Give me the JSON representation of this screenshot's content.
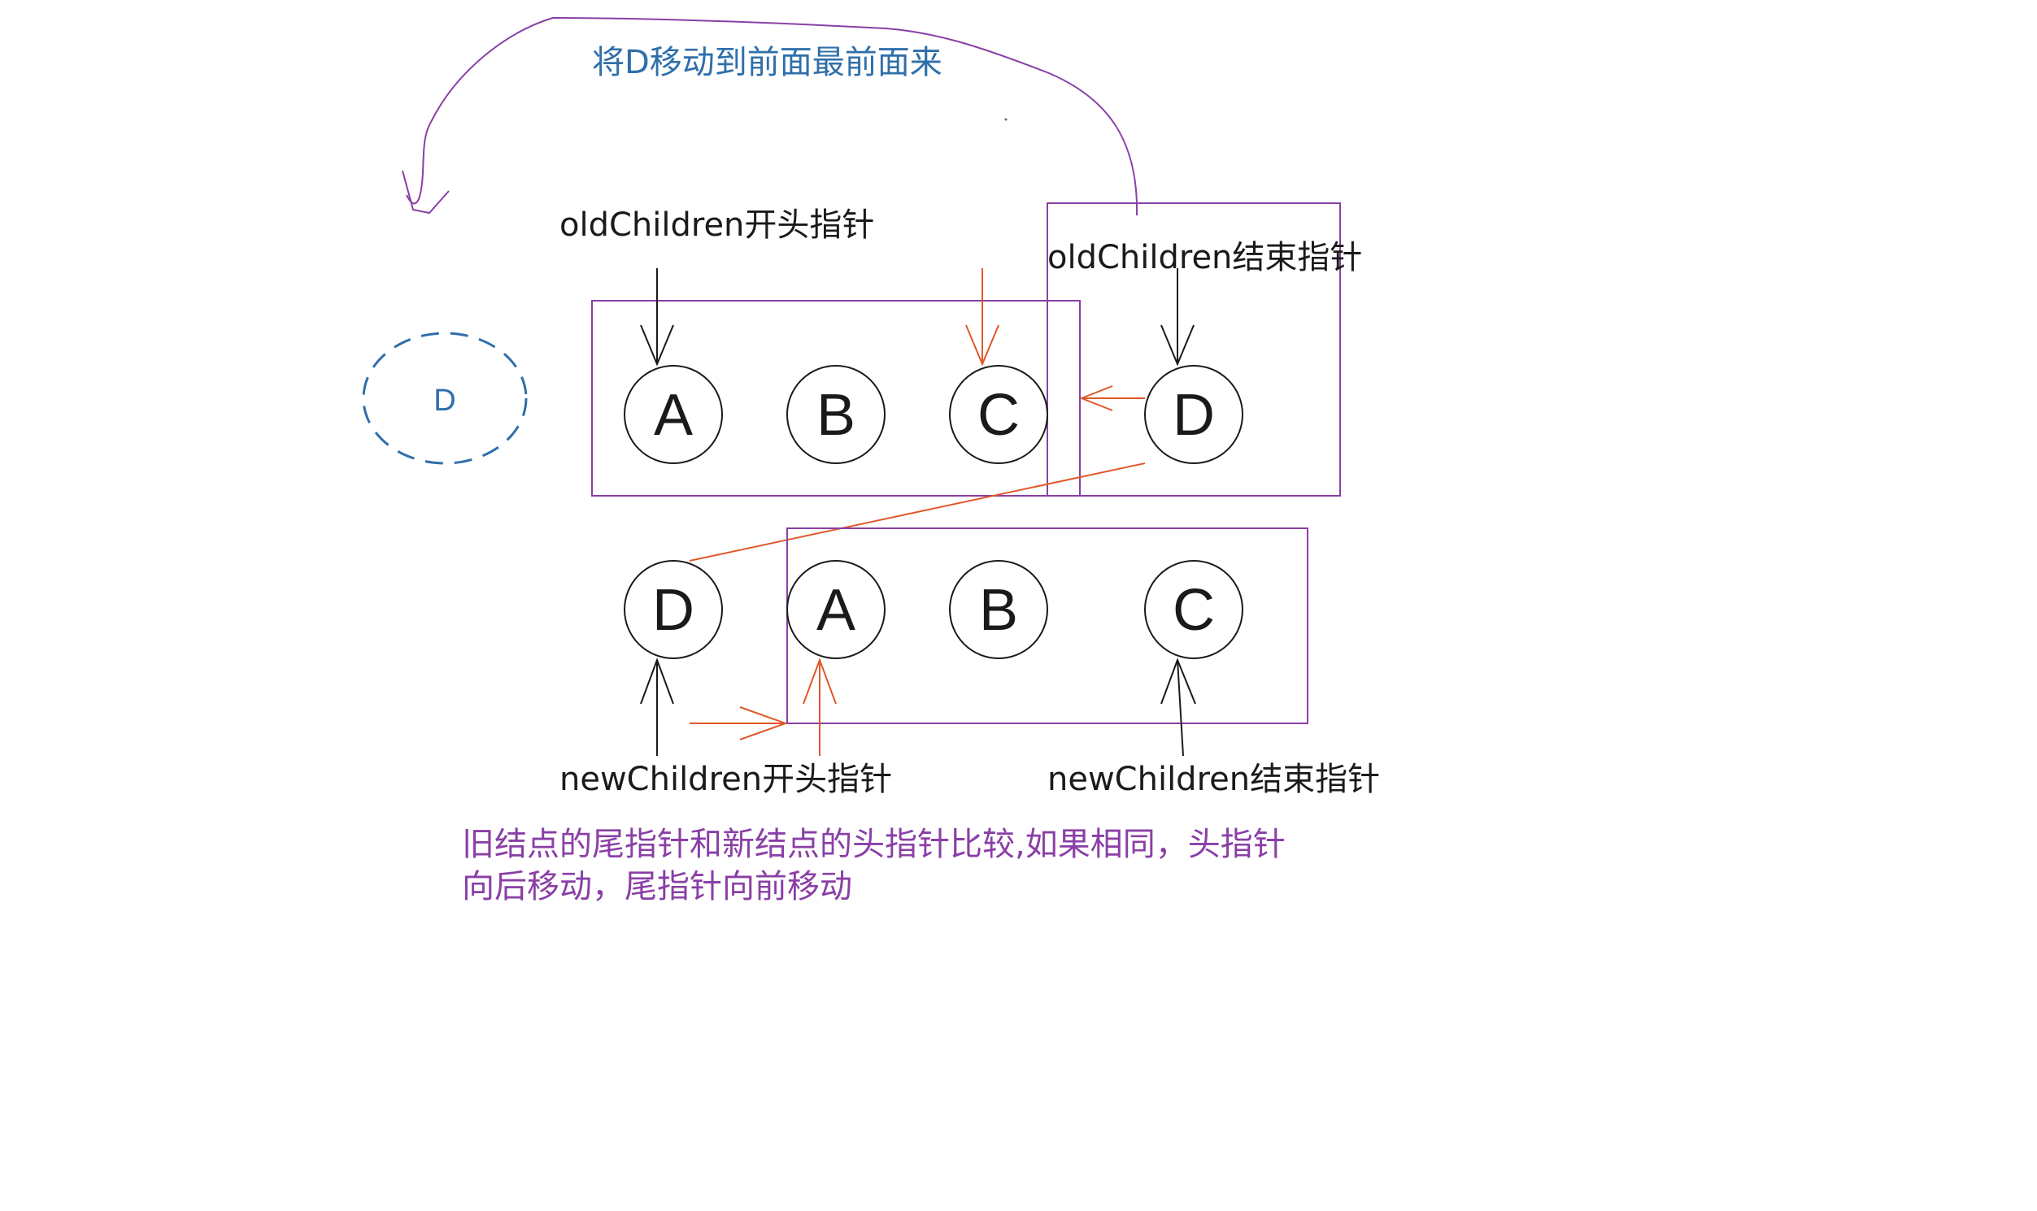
{
  "title_annotation": "将D移动到前面最前面来",
  "ghost_node": "D",
  "old_children": {
    "start_label": "oldChildren开头指针",
    "end_label": "oldChildren结束指针",
    "nodes": [
      "A",
      "B",
      "C",
      "D"
    ]
  },
  "new_children": {
    "start_label": "newChildren开头指针",
    "end_label": "newChildren结束指针",
    "nodes": [
      "D",
      "A",
      "B",
      "C"
    ]
  },
  "description": {
    "line1": "旧结点的尾指针和新结点的头指针比较,如果相同，头指针",
    "line2": "向后移动，尾指针向前移动"
  },
  "colors": {
    "purple": "#8a3fa6",
    "orange": "#e0582a",
    "blue": "#2f6faa",
    "black": "#1a1a1a"
  }
}
